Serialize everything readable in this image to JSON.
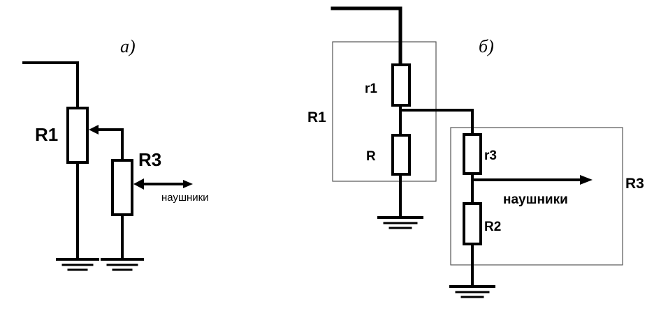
{
  "diagram_a": {
    "caption": "а)",
    "r1_label": "R1",
    "r3_label": "R3",
    "output_label": "наушники"
  },
  "diagram_b": {
    "caption": "б)",
    "box1_label": "R1",
    "box3_label": "R3",
    "r1_label": "r1",
    "r_label": "R",
    "r3_label": "r3",
    "r2_label": "R2",
    "output_label": "наушники"
  },
  "colors": {
    "ink": "#000000",
    "box": "#555555",
    "background": "#ffffff"
  }
}
